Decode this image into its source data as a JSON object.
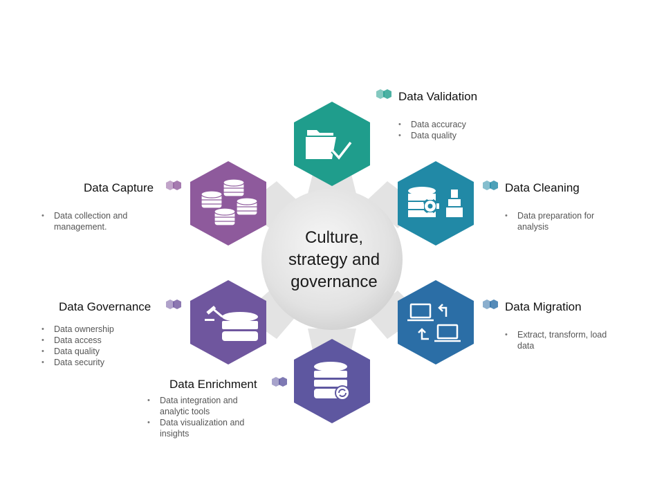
{
  "center": {
    "title": "Culture, strategy and governance"
  },
  "items": [
    {
      "id": "validation",
      "title": "Data Validation",
      "color": "#1f9d8c",
      "bullets": [
        "Data accuracy",
        "Data quality"
      ],
      "icon": "folder-check-icon"
    },
    {
      "id": "cleaning",
      "title": "Data Cleaning",
      "color": "#2189a6",
      "bullets": [
        "Data preparation for analysis"
      ],
      "icon": "database-gear-brush-icon"
    },
    {
      "id": "migration",
      "title": "Data Migration",
      "color": "#2b6ea6",
      "bullets": [
        "Extract, transform, load data"
      ],
      "icon": "laptop-transfer-icon"
    },
    {
      "id": "enrichment",
      "title": "Data Enrichment",
      "color": "#5e57a0",
      "bullets": [
        "Data integration and analytic tools",
        "Data visualization and insights"
      ],
      "icon": "database-refresh-icon"
    },
    {
      "id": "governance",
      "title": "Data Governance",
      "color": "#6f569e",
      "bullets": [
        "Data ownership",
        "Data access",
        "Data quality",
        "Data security"
      ],
      "icon": "gavel-database-icon"
    },
    {
      "id": "capture",
      "title": "Data Capture",
      "color": "#8e5a9c",
      "bullets": [
        "Data collection and management."
      ],
      "icon": "database-stacks-icon"
    }
  ]
}
